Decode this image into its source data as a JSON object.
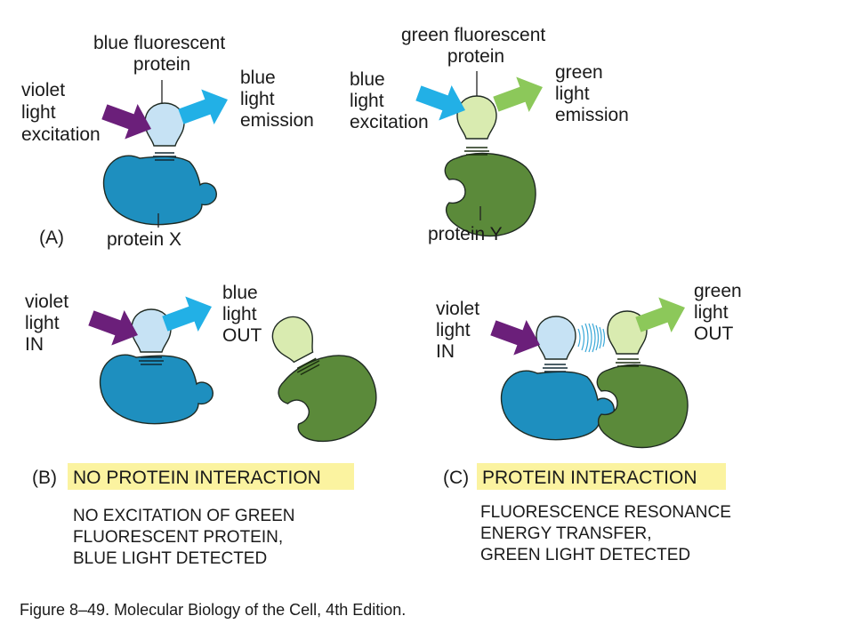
{
  "panel_a": {
    "left": {
      "fp_label": [
        "blue fluorescent",
        "protein"
      ],
      "excitation_label": [
        "violet",
        "light",
        "excitation"
      ],
      "emission_label": [
        "blue",
        "light",
        "emission"
      ],
      "protein_label": "protein X"
    },
    "right": {
      "fp_label": [
        "green fluorescent",
        "protein"
      ],
      "excitation_label": [
        "blue",
        "light",
        "excitation"
      ],
      "emission_label": [
        "green",
        "light",
        "emission"
      ],
      "protein_label": "protein Y"
    },
    "letter": "(A)"
  },
  "panel_b": {
    "in_label": [
      "violet",
      "light",
      "IN"
    ],
    "out_label": [
      "blue",
      "light",
      "OUT"
    ],
    "letter": "(B)",
    "heading": "NO PROTEIN INTERACTION",
    "description": [
      "NO EXCITATION OF GREEN",
      "FLUORESCENT PROTEIN,",
      "BLUE LIGHT DETECTED"
    ]
  },
  "panel_c": {
    "in_label": [
      "violet",
      "light",
      "IN"
    ],
    "out_label": [
      "green",
      "light",
      "OUT"
    ],
    "letter": "(C)",
    "heading": "PROTEIN INTERACTION",
    "description": [
      "FLUORESCENCE RESONANCE",
      "ENERGY TRANSFER,",
      "GREEN LIGHT DETECTED"
    ]
  },
  "caption": "Figure 8–49. Molecular Biology of the Cell, 4th Edition.",
  "colors": {
    "protein_x": "#1e8fbf",
    "protein_y": "#5b8a3a",
    "bfp": "#c6e2f4",
    "gfp": "#d9ebb0",
    "violet_arrow": "#6b1f7a",
    "blue_arrow": "#22b0e6",
    "green_arrow": "#8cc85a",
    "highlight": "#fbf3a0"
  }
}
